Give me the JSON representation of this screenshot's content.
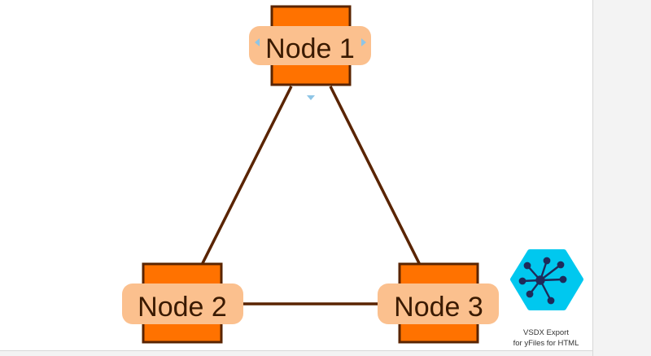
{
  "diagram": {
    "nodes": [
      {
        "id": "node1",
        "label": "Node 1"
      },
      {
        "id": "node2",
        "label": "Node 2"
      },
      {
        "id": "node3",
        "label": "Node 3"
      }
    ],
    "edges": [
      {
        "from": "node1",
        "to": "node2"
      },
      {
        "from": "node1",
        "to": "node3"
      },
      {
        "from": "node2",
        "to": "node3"
      }
    ]
  },
  "logo": {
    "icon": "yfiles-network-icon",
    "caption_line1": "VSDX Export",
    "caption_line2": "for yFiles for HTML",
    "color": "#00c8ef"
  },
  "colors": {
    "node_fill": "#ff7200",
    "node_border": "#5a2400",
    "label_bg": "#fbc08e",
    "edge": "#5a2400",
    "handle": "#8ec5e6"
  }
}
